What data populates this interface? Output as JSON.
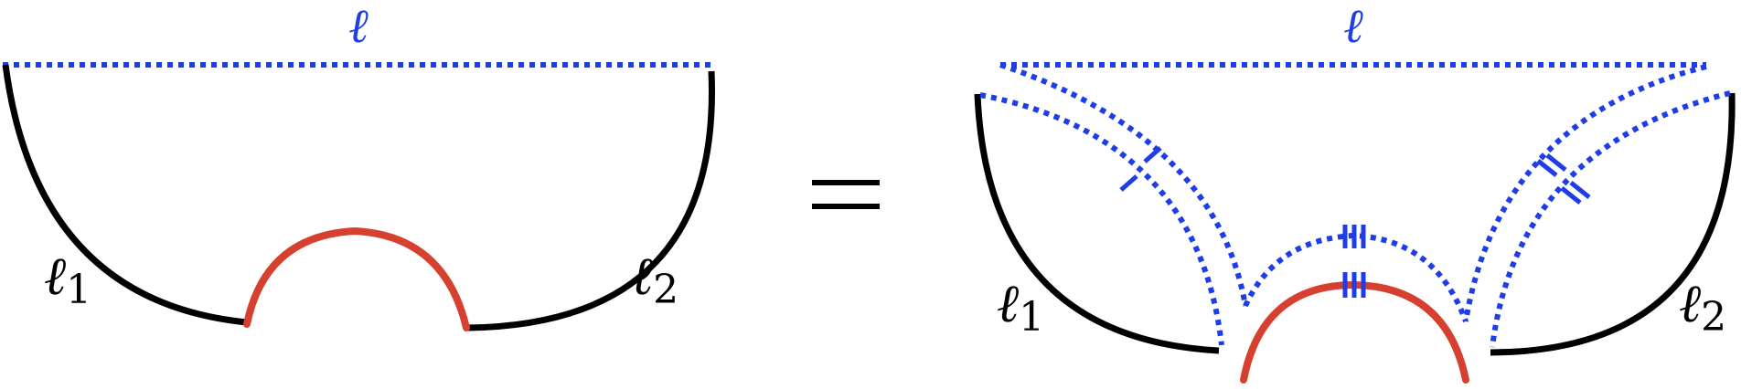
{
  "labels": {
    "left_top": "ℓ",
    "left_l1": "ℓ",
    "left_l1_sub": "1",
    "left_l2": "ℓ",
    "left_l2_sub": "2",
    "equals": "=",
    "right_top": "ℓ",
    "right_l1": "ℓ",
    "right_l1_sub": "1",
    "right_l2": "ℓ",
    "right_l2_sub": "2"
  },
  "colors": {
    "boundary": "#1f3de6",
    "region": "#000000",
    "defect": "#d6412f"
  }
}
